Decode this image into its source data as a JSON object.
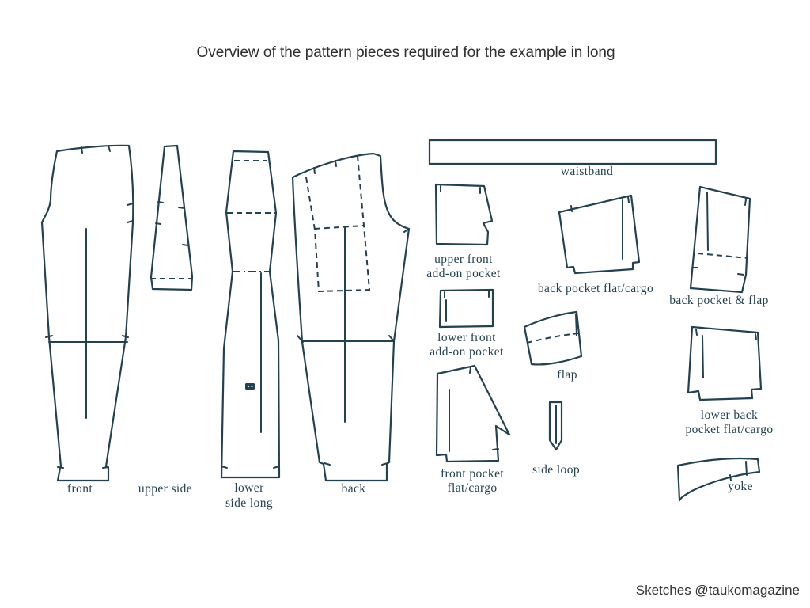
{
  "title": "Overview of the pattern pieces required for the example in long",
  "attribution": "Sketches @taukomagazine",
  "colors": {
    "line": "#24414f",
    "label": "#24414f",
    "title": "#2e2e2e",
    "attribution": "#333333",
    "background": "#ffffff"
  },
  "pieces": {
    "front": {
      "label": "front"
    },
    "upper_side": {
      "label": "upper side"
    },
    "lower_side_long": {
      "label_lines": [
        "lower",
        "side long"
      ]
    },
    "back": {
      "label": "back"
    },
    "waistband": {
      "label": "waistband"
    },
    "upper_front_addon_pocket": {
      "label_lines": [
        "upper front",
        "add-on pocket"
      ]
    },
    "lower_front_addon_pocket": {
      "label_lines": [
        "lower front",
        "add-on pocket"
      ]
    },
    "front_pocket_flat_cargo": {
      "label_lines": [
        "front pocket",
        "flat/cargo"
      ]
    },
    "back_pocket_flat_cargo": {
      "label": "back pocket flat/cargo"
    },
    "flap": {
      "label": "flap"
    },
    "side_loop": {
      "label": "side loop"
    },
    "back_pocket_and_flap": {
      "label": "back pocket & flap"
    },
    "lower_back_pocket_flat_cargo": {
      "label_lines": [
        "lower back",
        "pocket flat/cargo"
      ]
    },
    "yoke": {
      "label": "yoke"
    }
  }
}
